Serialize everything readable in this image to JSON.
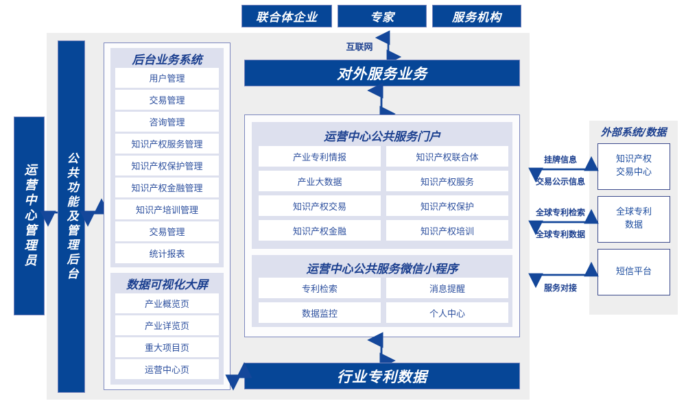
{
  "diagram": {
    "title_external": "外部系统/数据",
    "top_actors": [
      {
        "label": "联合体企业"
      },
      {
        "label": "专家"
      },
      {
        "label": "服务机构"
      }
    ],
    "internet_label": "互联网",
    "external_service_bar": "对外服务业务",
    "industry_patent_data_bar": "行业专利数据",
    "left_roles": [
      {
        "label": "运营中心管理员"
      },
      {
        "label": "公共功能及管理后台"
      }
    ],
    "backend_system": {
      "title": "后台业务系统",
      "items": [
        {
          "label": "用户管理"
        },
        {
          "label": "交易管理"
        },
        {
          "label": "咨询管理"
        },
        {
          "label": "知识产权服务管理"
        },
        {
          "label": "知识产权保护管理"
        },
        {
          "label": "知识产权金融管理"
        },
        {
          "label": "知识产培训管理"
        },
        {
          "label": "交易管理"
        },
        {
          "label": "统计报表"
        }
      ]
    },
    "data_visualization": {
      "title": "数据可视化大屏",
      "items": [
        {
          "label": "产业概览页"
        },
        {
          "label": "产业详览页"
        },
        {
          "label": "重大项目页"
        },
        {
          "label": "运营中心页"
        }
      ]
    },
    "public_portal": {
      "title": "运营中心公共服务门户",
      "items": [
        {
          "label": "产业专利情报"
        },
        {
          "label": "知识产权联合体"
        },
        {
          "label": "产业大数据"
        },
        {
          "label": "知识产权服务"
        },
        {
          "label": "知识产权交易"
        },
        {
          "label": "知识产权保护"
        },
        {
          "label": "知识产权金融"
        },
        {
          "label": "知识产权培训"
        }
      ]
    },
    "miniprogram": {
      "title": "运营中心公共服务微信小程序",
      "items": [
        {
          "label": "专利检索"
        },
        {
          "label": "消息提醒"
        },
        {
          "label": "数据监控"
        },
        {
          "label": "个人中心"
        }
      ]
    },
    "external_systems": [
      {
        "label": "知识产权\n交易中心"
      },
      {
        "label": "全球专利\n数据"
      },
      {
        "label": "短信平台"
      }
    ],
    "external_links": [
      {
        "above": "挂牌信息",
        "below": "交易公示信息"
      },
      {
        "above": "全球专利检索",
        "below": "全球专利数据"
      },
      {
        "above": "",
        "below": "服务对接"
      }
    ],
    "colors": {
      "brand_blue": "#064697",
      "panel_lavender": "#dde0ee",
      "page_gray": "#eeeeee",
      "text_blue": "#1b4b9e",
      "border_violet": "#7b86bd"
    }
  }
}
